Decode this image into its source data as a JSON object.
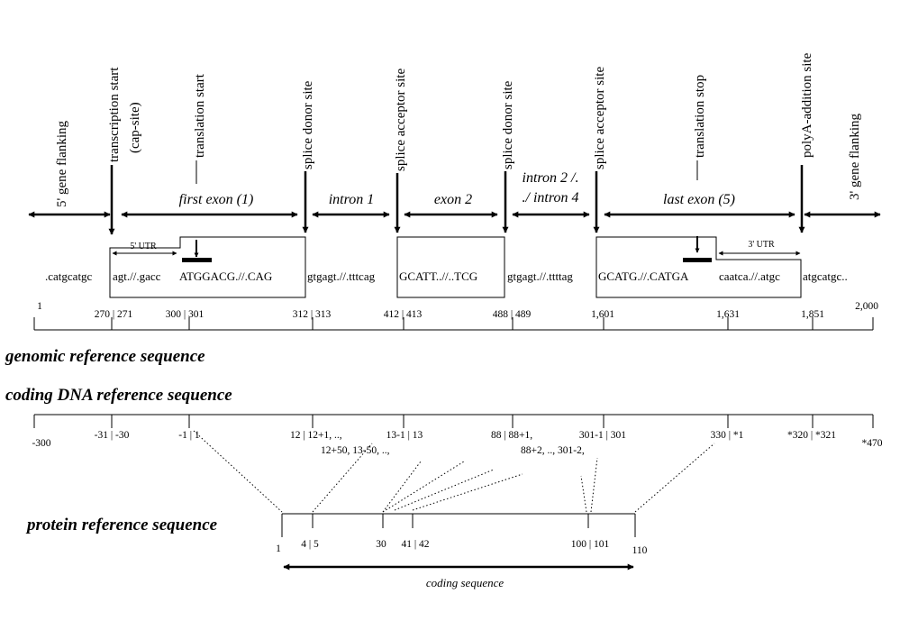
{
  "features": {
    "five_flank": "5' gene flanking",
    "tx_start": "transcription start",
    "cap_site": "(cap-site)",
    "tl_start": "translation start",
    "donor1": "splice donor site",
    "acceptor1": "splice acceptor site",
    "donor2": "splice donor site",
    "acceptor2": "splice acceptor site",
    "tl_stop": "translation stop",
    "polya": "polyA-addition site",
    "three_flank": "3' gene flanking"
  },
  "regions": {
    "first_exon": "first exon (1)",
    "intron1": "intron 1",
    "exon2": "exon 2",
    "intron2_a": "intron 2 /.",
    "intron2_b": "./ intron 4",
    "last_exon": "last exon (5)"
  },
  "utr": {
    "five": "5' UTR",
    "three": "3' UTR"
  },
  "sequence": {
    "s1": ".catgcatgc",
    "s2": "agt.//.gacc",
    "s3": "ATGGACG.//.CAG",
    "s4": "gtgagt.//.tttcag",
    "s5": "GCATT..//..TCG",
    "s6": "gtgagt.//.ttttag",
    "s7": "GCATG.//.CATGA",
    "s8": "caatca.//.atgc",
    "s9": "atgcatgc.."
  },
  "genomic": {
    "heading": "genomic reference sequence",
    "ticks": {
      "g1": "1",
      "g2": "270 | 271",
      "g3": "300 | 301",
      "g4": "312 | 313",
      "g5": "412 | 413",
      "g6": "488 | 489",
      "g7": "1,601",
      "g8": "1,631",
      "g9": "1,851",
      "g10": "2,000"
    }
  },
  "coding": {
    "heading": "coding DNA reference sequence",
    "ticks": {
      "c1": "-300",
      "c2": "-31 | -30",
      "c3": "-1 | 1",
      "c4": "12 | 12+1, ..,",
      "c4b": "12+50, 13-50, ..,",
      "c5": "13-1 | 13",
      "c6": "88 | 88+1,",
      "c6b": "88+2, .., 301-2,",
      "c7": "301-1 | 301",
      "c8": "330 | *1",
      "c9": "*320 | *321",
      "c10": "*470"
    }
  },
  "protein": {
    "heading": "protein reference sequence",
    "ticks": {
      "p1": "1",
      "p2": "4 | 5",
      "p3": "30",
      "p4": "41 | 42",
      "p5": "100 | 101",
      "p6": "110"
    },
    "cds_label": "coding sequence"
  }
}
